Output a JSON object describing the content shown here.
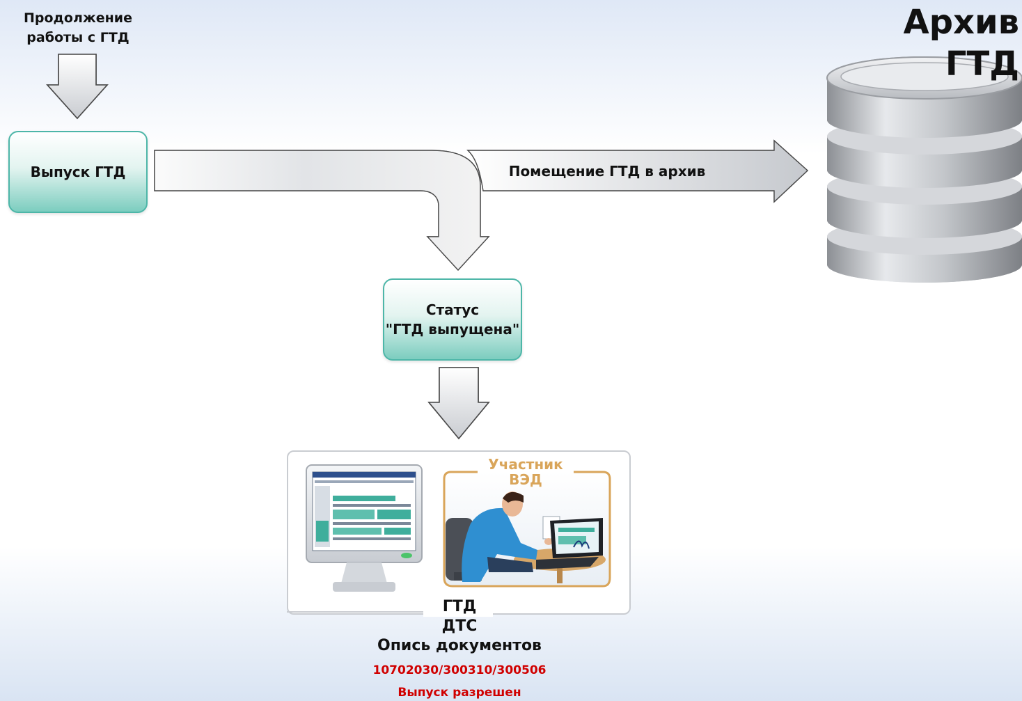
{
  "header": {
    "archive_title": "Архив ГТД",
    "continue_label": "Продолжение работы с ГТД"
  },
  "nodes": {
    "release": "Выпуск ГТД",
    "status_line1": "Статус",
    "status_line2": "\"ГТД выпущена\""
  },
  "flow": {
    "archive_arrow_label": "Помещение ГТД в архив"
  },
  "participant": {
    "label_line1": "Участник",
    "label_line2": "ВЭД"
  },
  "documents": {
    "line1": "ГТД",
    "line2": "ДТС",
    "line3": "Опись документов",
    "reg_number": "10702030/300310/300506",
    "status": "Выпуск разрешен"
  },
  "colors": {
    "accent_teal": "#4db6a8",
    "accent_orange": "#d9a55a",
    "alert_red": "#d00000"
  }
}
